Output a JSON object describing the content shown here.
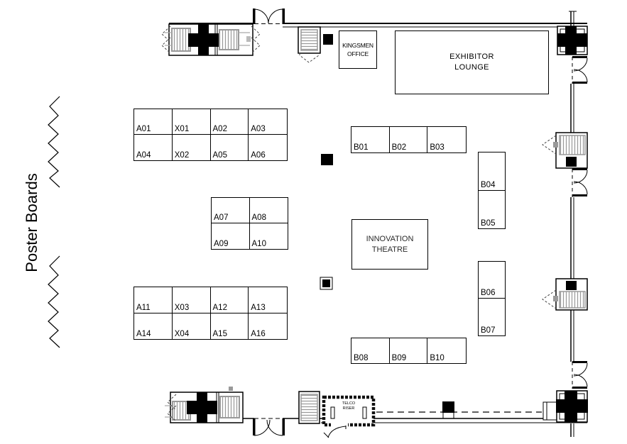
{
  "plan": {
    "side_label": "Poster Boards",
    "rooms": {
      "kingsmen_office": {
        "line1": "KINGSMEN",
        "line2": "OFFICE"
      },
      "exhibitor_lounge": {
        "line1": "EXHIBITOR",
        "line2": "LOUNGE"
      },
      "innovation_theatre": {
        "line1": "INNOVATION",
        "line2": "THEATRE"
      },
      "telco_riser": {
        "line1": "TELCO",
        "line2": "RISER"
      }
    },
    "blocks": {
      "a_upper": {
        "rows": [
          [
            "A01",
            "X01",
            "A02",
            "A03"
          ],
          [
            "A04",
            "X02",
            "A05",
            "A06"
          ]
        ]
      },
      "a_middle": {
        "rows": [
          [
            "A07",
            "A08"
          ],
          [
            "A09",
            "A10"
          ]
        ]
      },
      "a_lower": {
        "rows": [
          [
            "A11",
            "X03",
            "A12",
            "A13"
          ],
          [
            "A14",
            "X04",
            "A15",
            "A16"
          ]
        ]
      },
      "b_upper_row": {
        "rows": [
          [
            "B01",
            "B02",
            "B03"
          ]
        ]
      },
      "b_col_upper": {
        "rows": [
          [
            "B04"
          ],
          [
            "B05"
          ]
        ]
      },
      "b_col_lower": {
        "rows": [
          [
            "B06"
          ],
          [
            "B07"
          ]
        ]
      },
      "b_lower_row": {
        "rows": [
          [
            "B08",
            "B09",
            "B10"
          ]
        ]
      }
    },
    "colors": {
      "line": "#000000",
      "escalator_gray": "#999999",
      "background": "#ffffff"
    }
  }
}
